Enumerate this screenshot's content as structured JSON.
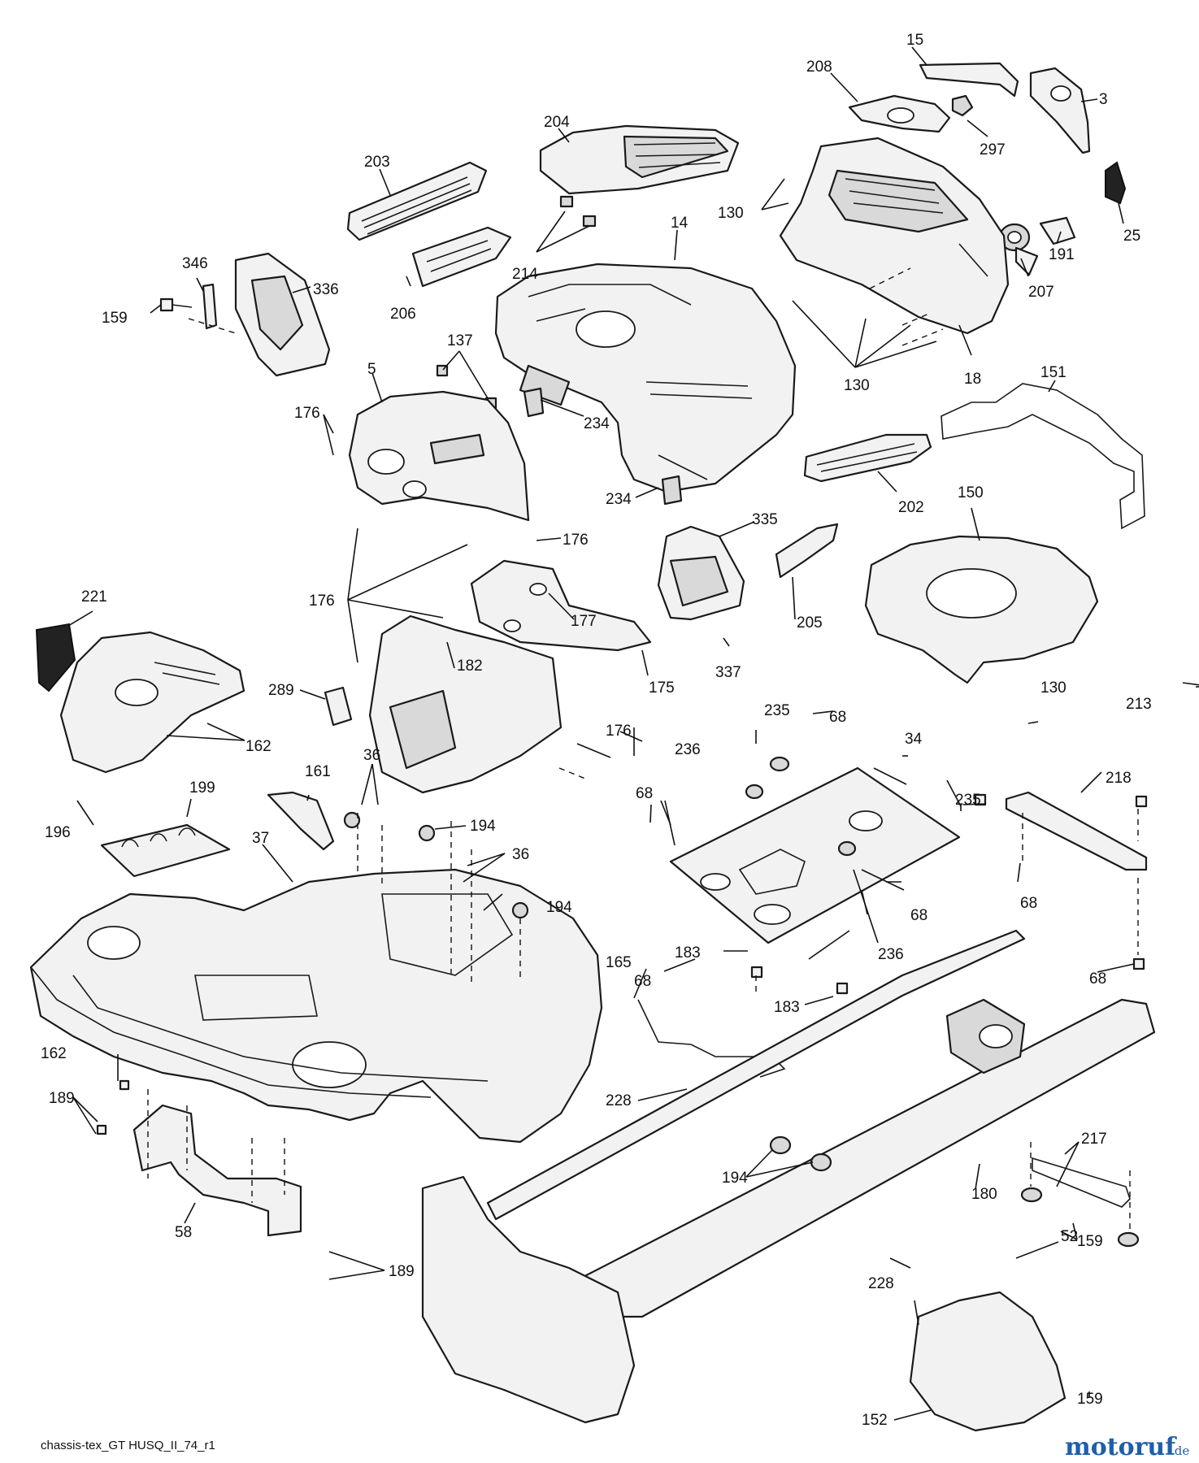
{
  "diagram": {
    "filename": "chassis-tex_GT HUSQ_II_74_r1",
    "watermark_main": "motoruf",
    "watermark_suffix": ".de",
    "callouts": [
      {
        "id": "c15",
        "text": "15"
      },
      {
        "id": "c208",
        "text": "208"
      },
      {
        "id": "c3",
        "text": "3"
      },
      {
        "id": "c204",
        "text": "204"
      },
      {
        "id": "c297",
        "text": "297"
      },
      {
        "id": "c203",
        "text": "203"
      },
      {
        "id": "c130a",
        "text": "130"
      },
      {
        "id": "c25",
        "text": "25"
      },
      {
        "id": "c14",
        "text": "14"
      },
      {
        "id": "c191",
        "text": "191"
      },
      {
        "id": "c214",
        "text": "214"
      },
      {
        "id": "c346",
        "text": "346"
      },
      {
        "id": "c336",
        "text": "336"
      },
      {
        "id": "c207",
        "text": "207"
      },
      {
        "id": "c159a",
        "text": "159"
      },
      {
        "id": "c206",
        "text": "206"
      },
      {
        "id": "c137",
        "text": "137"
      },
      {
        "id": "c5",
        "text": "5"
      },
      {
        "id": "c18",
        "text": "18"
      },
      {
        "id": "c130b",
        "text": "130"
      },
      {
        "id": "c151",
        "text": "151"
      },
      {
        "id": "c176a",
        "text": "176"
      },
      {
        "id": "c234a",
        "text": "234"
      },
      {
        "id": "c202",
        "text": "202"
      },
      {
        "id": "c150",
        "text": "150"
      },
      {
        "id": "c234b",
        "text": "234"
      },
      {
        "id": "c335",
        "text": "335"
      },
      {
        "id": "c176b",
        "text": "176"
      },
      {
        "id": "c221",
        "text": "221"
      },
      {
        "id": "c176c",
        "text": "176"
      },
      {
        "id": "c177",
        "text": "177"
      },
      {
        "id": "c205",
        "text": "205"
      },
      {
        "id": "c337",
        "text": "337"
      },
      {
        "id": "c182",
        "text": "182"
      },
      {
        "id": "c175",
        "text": "175"
      },
      {
        "id": "c130c",
        "text": "130"
      },
      {
        "id": "c289",
        "text": "289"
      },
      {
        "id": "c235a",
        "text": "235"
      },
      {
        "id": "c68a",
        "text": "68"
      },
      {
        "id": "c213",
        "text": "213"
      },
      {
        "id": "c162a",
        "text": "162"
      },
      {
        "id": "c176d",
        "text": "176"
      },
      {
        "id": "c34",
        "text": "34"
      },
      {
        "id": "c236a",
        "text": "236"
      },
      {
        "id": "c36a",
        "text": "36"
      },
      {
        "id": "c161",
        "text": "161"
      },
      {
        "id": "c218",
        "text": "218"
      },
      {
        "id": "c68b",
        "text": "68"
      },
      {
        "id": "c235b",
        "text": "235"
      },
      {
        "id": "c199",
        "text": "199"
      },
      {
        "id": "c196",
        "text": "196"
      },
      {
        "id": "c194a",
        "text": "194"
      },
      {
        "id": "c37",
        "text": "37"
      },
      {
        "id": "c36b",
        "text": "36"
      },
      {
        "id": "c68c",
        "text": "68"
      },
      {
        "id": "c194b",
        "text": "194"
      },
      {
        "id": "c68d",
        "text": "68"
      },
      {
        "id": "c183a",
        "text": "183"
      },
      {
        "id": "c236b",
        "text": "236"
      },
      {
        "id": "c165",
        "text": "165"
      },
      {
        "id": "c68e",
        "text": "68"
      },
      {
        "id": "c68f",
        "text": "68"
      },
      {
        "id": "c183b",
        "text": "183"
      },
      {
        "id": "c162b",
        "text": "162"
      },
      {
        "id": "c189a",
        "text": "189"
      },
      {
        "id": "c228a",
        "text": "228"
      },
      {
        "id": "c217",
        "text": "217"
      },
      {
        "id": "c194c",
        "text": "194"
      },
      {
        "id": "c180",
        "text": "180"
      },
      {
        "id": "c58",
        "text": "58"
      },
      {
        "id": "c52",
        "text": "52"
      },
      {
        "id": "c159b",
        "text": "159"
      },
      {
        "id": "c189b",
        "text": "189"
      },
      {
        "id": "c228b",
        "text": "228"
      },
      {
        "id": "c152",
        "text": "152"
      },
      {
        "id": "c159c",
        "text": "159"
      }
    ]
  }
}
